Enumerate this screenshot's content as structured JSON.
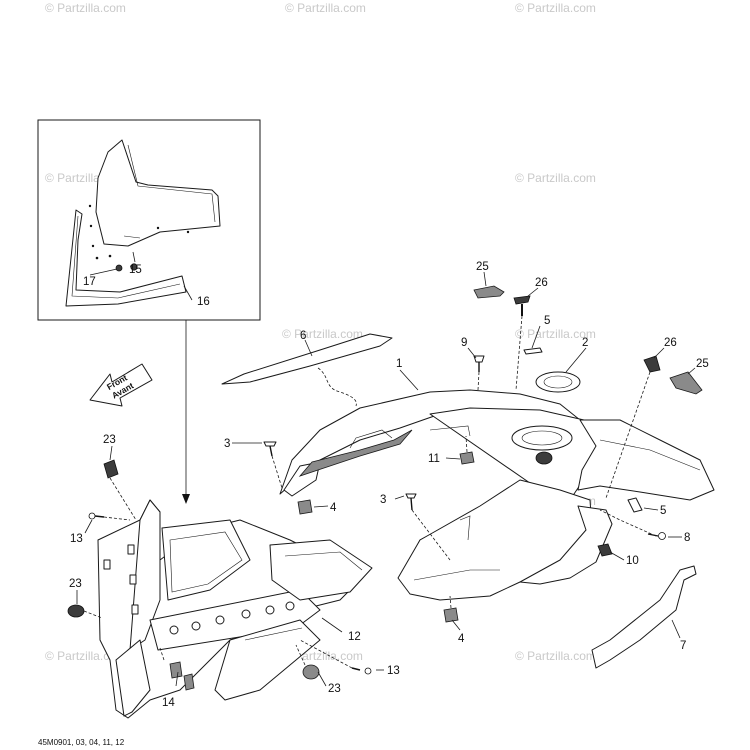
{
  "watermark": {
    "text": "© Partzilla.com"
  },
  "reference_code": "45M0901, 03, 04, 11, 12",
  "front_arrow": {
    "line1": "Front",
    "line2": "Avant"
  },
  "callouts": {
    "c1": "1",
    "c2": "2",
    "c3a": "3",
    "c3b": "3",
    "c4a": "4",
    "c4b": "4",
    "c5a": "5",
    "c5b": "5",
    "c6": "6",
    "c7": "7",
    "c8": "8",
    "c9": "9",
    "c10": "10",
    "c11": "11",
    "c12": "12",
    "c13a": "13",
    "c13b": "13",
    "c14": "14",
    "c15": "15",
    "c16": "16",
    "c17": "17",
    "c23a": "23",
    "c23b": "23",
    "c23c": "23",
    "c25a": "25",
    "c25b": "25",
    "c26a": "26",
    "c26b": "26"
  }
}
